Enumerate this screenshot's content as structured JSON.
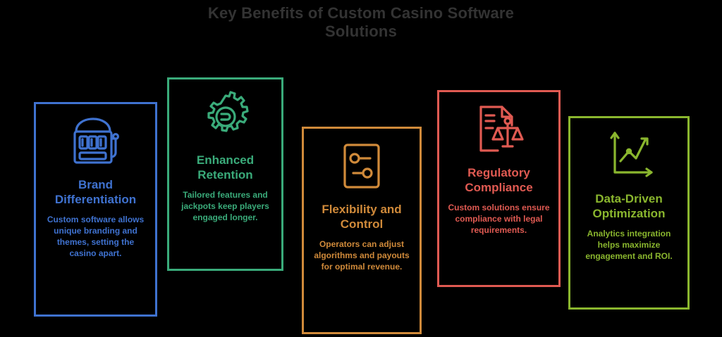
{
  "slide": {
    "background_color": "#000000",
    "title_color": "#333333",
    "title_lines": [
      "Key Benefits of Custom Casino Software",
      "Solutions"
    ]
  },
  "cards": [
    {
      "id": "brand-differentiation",
      "title": "Brand Differentiation",
      "description": "Custom software allows unique branding and themes, setting the casino apart.",
      "color": "#3f72d0",
      "icon": "slot-machine-icon"
    },
    {
      "id": "enhanced-retention",
      "title": "Enhanced Retention",
      "description": "Tailored features and jackpots keep players engaged longer.",
      "color": "#3aab7a",
      "icon": "gear-settings-icon"
    },
    {
      "id": "flexibility-and-control",
      "title": "Flexibility and Control",
      "description": "Operators can adjust algorithms and payouts for optimal revenue.",
      "color": "#d08a3a",
      "icon": "control-panel-sliders-icon"
    },
    {
      "id": "regulatory-compliance",
      "title": "Regulatory Compliance",
      "description": "Custom solutions ensure compliance with legal requirements.",
      "color": "#e05a52",
      "icon": "legal-document-scales-icon"
    },
    {
      "id": "data-driven-optimization",
      "title": "Data-Driven Optimization",
      "description": "Analytics integration helps maximize engagement and ROI.",
      "color": "#8ab62e",
      "icon": "growth-chart-icon"
    }
  ]
}
